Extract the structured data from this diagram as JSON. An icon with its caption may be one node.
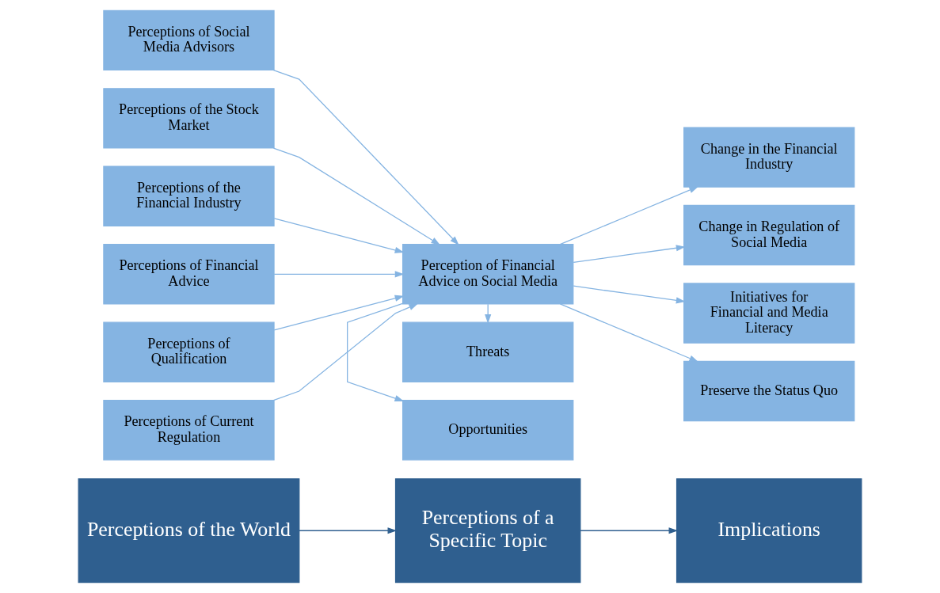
{
  "diagram": {
    "nodes": [
      {
        "text": [
          "Perceptions of the World"
        ]
      },
      {
        "text": [
          "Perceptions of a Specific Topic"
        ]
      },
      {
        "text": [
          "Implications"
        ]
      },
      {
        "text": [
          "Perceptions of Social Media Advisors"
        ]
      },
      {
        "text": [
          "Perceptions of the Stock Market"
        ]
      },
      {
        "text": [
          "Perceptions of the Financial Industry"
        ]
      },
      {
        "text": [
          "Perceptions of Financial Advice"
        ]
      },
      {
        "text": [
          "Perceptions of Qualification"
        ]
      },
      {
        "text": [
          "Perceptions of Current Regulation"
        ]
      },
      {
        "text": [
          "Opportunities"
        ]
      },
      {
        "text": [
          "Perception of Financial Advice on Social Media"
        ]
      },
      {
        "text": [
          "Threats"
        ]
      },
      {
        "text": [
          "Change in the Financial Industry"
        ]
      },
      {
        "text": [
          "Change in Regulation of Social Media"
        ]
      },
      {
        "text": [
          "Initiatives for Financial and Media Literacy"
        ]
      },
      {
        "text": [
          "Preserve the Status Quo"
        ]
      }
    ],
    "edges": [
      {
        "from": 0,
        "to": 1,
        "arrow": "to",
        "color": "#2f5f8f"
      },
      {
        "from": 1,
        "to": 2,
        "arrow": "to",
        "color": "#2f5f8f"
      },
      {
        "from": 3,
        "to": 10,
        "arrow": "to"
      },
      {
        "from": 4,
        "to": 10,
        "arrow": "to"
      },
      {
        "from": 5,
        "to": 10,
        "arrow": "to"
      },
      {
        "from": 6,
        "to": 10,
        "arrow": "to"
      },
      {
        "from": 7,
        "to": 10,
        "arrow": "to"
      },
      {
        "from": 8,
        "to": 10,
        "arrow": "to"
      },
      {
        "from": 10,
        "to": 9,
        "arrow": "to"
      },
      {
        "from": 10,
        "to": 11,
        "arrow": "to"
      },
      {
        "from": 10,
        "to": 12,
        "arrow": "to"
      },
      {
        "from": 10,
        "to": 13,
        "arrow": "to"
      },
      {
        "from": 10,
        "to": 14,
        "arrow": "to"
      },
      {
        "from": 10,
        "to": 15,
        "arrow": "to"
      }
    ]
  }
}
